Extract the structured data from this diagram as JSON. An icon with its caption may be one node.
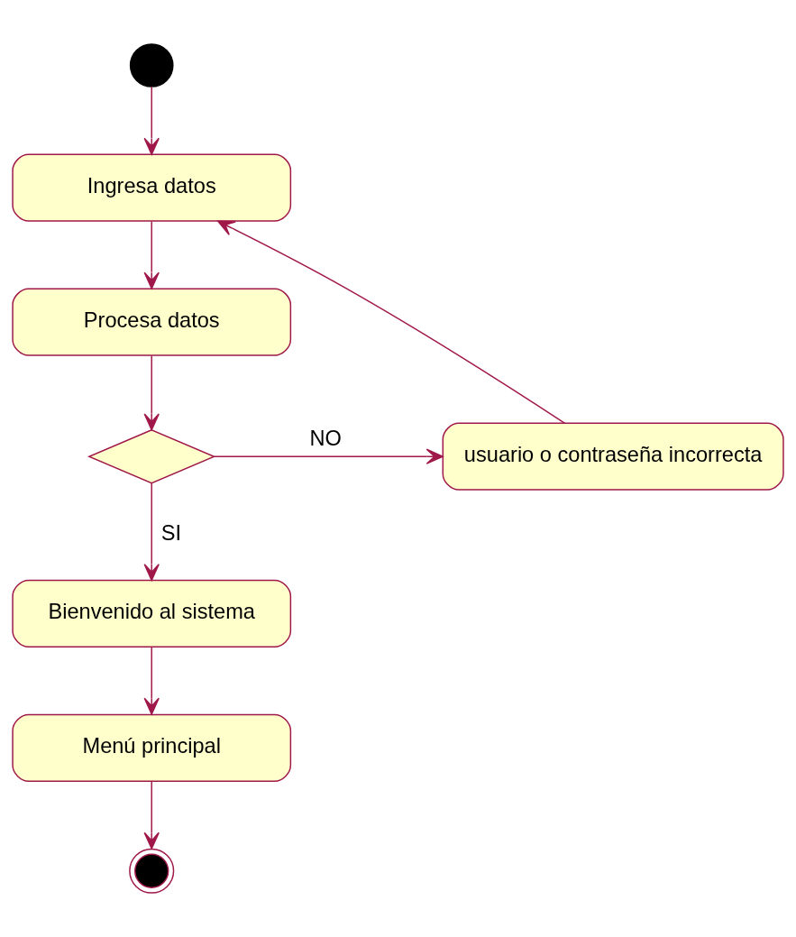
{
  "diagram": {
    "nodes": [
      {
        "text": [],
        "shape": "circle"
      },
      {
        "text": [
          "Ingresa datos"
        ]
      },
      {
        "text": [
          "Procesa datos"
        ]
      },
      {
        "text": [],
        "shape": "diamond"
      },
      {
        "text": [
          "usuario o contraseña incorrecta"
        ]
      },
      {
        "text": [
          "Bienvenido al sistema"
        ]
      },
      {
        "text": [
          "Menú principal"
        ]
      },
      {
        "text": [],
        "shape": "bullseye"
      }
    ],
    "edges": [
      {
        "from": 0,
        "to": 1,
        "arrow": "to"
      },
      {
        "from": 1,
        "to": 2,
        "arrow": "to"
      },
      {
        "from": 2,
        "to": 3,
        "arrow": "to"
      },
      {
        "from": 3,
        "to": 4,
        "arrow": "to",
        "label": "NO"
      },
      {
        "from": 4,
        "to": 1,
        "arrow": "to"
      },
      {
        "from": 3,
        "to": 5,
        "arrow": "to",
        "label": "SI"
      },
      {
        "from": 5,
        "to": 6,
        "arrow": "to"
      },
      {
        "from": 6,
        "to": 7,
        "arrow": "to"
      }
    ]
  }
}
